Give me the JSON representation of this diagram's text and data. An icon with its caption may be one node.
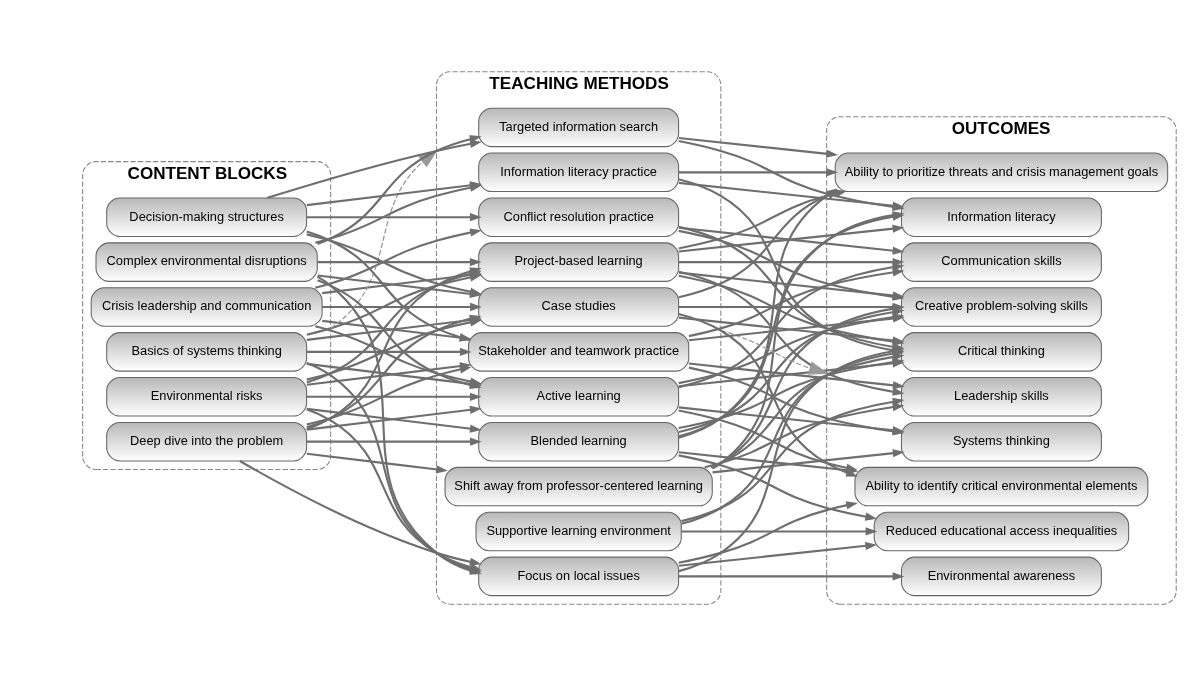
{
  "diagram": {
    "nodes": [
      {
        "text": [
          "CONTENT BLOCKS"
        ]
      },
      {
        "text": [
          "Deep dive into the problem"
        ],
        "in": 0
      },
      {
        "text": [
          "Environmental risks"
        ],
        "in": 0
      },
      {
        "text": [
          "Crisis leadership and communication"
        ],
        "in": 0
      },
      {
        "text": [
          "Basics of systems thinking"
        ],
        "in": 0
      },
      {
        "text": [
          "Complex environmental disruptions"
        ],
        "in": 0
      },
      {
        "text": [
          "Decision-making structures"
        ],
        "in": 0
      },
      {
        "text": [
          "TEACHING METHODS"
        ]
      },
      {
        "text": [
          "Blended learning"
        ],
        "in": 7
      },
      {
        "text": [
          "Supportive learning environment"
        ],
        "in": 7
      },
      {
        "text": [
          "Shift away from professor-centered learning"
        ],
        "in": 7
      },
      {
        "text": [
          "Active learning"
        ],
        "in": 7
      },
      {
        "text": [
          "Project-based learning"
        ],
        "in": 7
      },
      {
        "text": [
          "Case studies"
        ],
        "in": 7
      },
      {
        "text": [
          "Focus on local issues"
        ],
        "in": 7
      },
      {
        "text": [
          "Targeted information search"
        ],
        "in": 7
      },
      {
        "text": [
          "Information literacy practice"
        ],
        "in": 7
      },
      {
        "text": [
          "Stakeholder and teamwork practice"
        ],
        "in": 7
      },
      {
        "text": [
          "Conflict resolution practice"
        ],
        "in": 7
      },
      {
        "text": [
          "OUTCOMES"
        ]
      },
      {
        "text": [
          "Reduced educational access inequalities"
        ],
        "in": 19
      },
      {
        "text": [
          "Systems thinking"
        ],
        "in": 19
      },
      {
        "text": [
          "Information literacy"
        ],
        "in": 19
      },
      {
        "text": [
          "Critical thinking"
        ],
        "in": 19
      },
      {
        "text": [
          "Communication skills"
        ],
        "in": 19
      },
      {
        "text": [
          "Leadership skills"
        ],
        "in": 19
      },
      {
        "text": [
          "Environmental awareness"
        ],
        "in": 19
      },
      {
        "text": [
          "Ability to prioritize threats and crisis management goals"
        ],
        "in": 19
      },
      {
        "text": [
          "Ability to identify critical environmental elements"
        ],
        "in": 19
      },
      {
        "text": [
          "Creative problem-solving skills"
        ],
        "in": 19
      }
    ],
    "edges": [
      {
        "from": 0,
        "to": 7,
        "arrow": "to",
        "style": "dashed"
      },
      {
        "from": 7,
        "to": 19,
        "arrow": "to",
        "style": "dashed"
      },
      {
        "from": 1,
        "to": 8,
        "arrow": "to"
      },
      {
        "from": 1,
        "to": 10,
        "arrow": "to"
      },
      {
        "from": 1,
        "to": 11,
        "arrow": "to"
      },
      {
        "from": 1,
        "to": 12,
        "arrow": "to"
      },
      {
        "from": 1,
        "to": 13,
        "arrow": "to"
      },
      {
        "from": 1,
        "to": 14,
        "arrow": "to"
      },
      {
        "from": 1,
        "to": 17,
        "arrow": "to"
      },
      {
        "from": 2,
        "to": 8,
        "arrow": "to"
      },
      {
        "from": 2,
        "to": 11,
        "arrow": "to"
      },
      {
        "from": 2,
        "to": 12,
        "arrow": "to"
      },
      {
        "from": 2,
        "to": 13,
        "arrow": "to"
      },
      {
        "from": 2,
        "to": 14,
        "arrow": "to"
      },
      {
        "from": 2,
        "to": 17,
        "arrow": "to"
      },
      {
        "from": 3,
        "to": 11,
        "arrow": "to"
      },
      {
        "from": 3,
        "to": 12,
        "arrow": "to"
      },
      {
        "from": 3,
        "to": 13,
        "arrow": "to"
      },
      {
        "from": 3,
        "to": 17,
        "arrow": "to"
      },
      {
        "from": 3,
        "to": 18,
        "arrow": "to"
      },
      {
        "from": 4,
        "to": 11,
        "arrow": "to"
      },
      {
        "from": 4,
        "to": 12,
        "arrow": "to"
      },
      {
        "from": 4,
        "to": 13,
        "arrow": "to"
      },
      {
        "from": 4,
        "to": 14,
        "arrow": "to"
      },
      {
        "from": 4,
        "to": 17,
        "arrow": "to"
      },
      {
        "from": 5,
        "to": 11,
        "arrow": "to"
      },
      {
        "from": 5,
        "to": 12,
        "arrow": "to"
      },
      {
        "from": 5,
        "to": 13,
        "arrow": "to"
      },
      {
        "from": 5,
        "to": 14,
        "arrow": "to"
      },
      {
        "from": 5,
        "to": 15,
        "arrow": "to"
      },
      {
        "from": 5,
        "to": 16,
        "arrow": "to"
      },
      {
        "from": 6,
        "to": 13,
        "arrow": "to"
      },
      {
        "from": 6,
        "to": 15,
        "arrow": "to"
      },
      {
        "from": 6,
        "to": 16,
        "arrow": "to"
      },
      {
        "from": 6,
        "to": 17,
        "arrow": "to"
      },
      {
        "from": 6,
        "to": 18,
        "arrow": "to"
      },
      {
        "from": 8,
        "to": 20,
        "arrow": "to"
      },
      {
        "from": 8,
        "to": 22,
        "arrow": "to"
      },
      {
        "from": 8,
        "to": 23,
        "arrow": "to"
      },
      {
        "from": 8,
        "to": 27,
        "arrow": "to"
      },
      {
        "from": 8,
        "to": 28,
        "arrow": "to"
      },
      {
        "from": 8,
        "to": 29,
        "arrow": "to"
      },
      {
        "from": 9,
        "to": 20,
        "arrow": "to"
      },
      {
        "from": 9,
        "to": 23,
        "arrow": "to"
      },
      {
        "from": 9,
        "to": 25,
        "arrow": "to"
      },
      {
        "from": 10,
        "to": 21,
        "arrow": "to"
      },
      {
        "from": 10,
        "to": 22,
        "arrow": "to"
      },
      {
        "from": 10,
        "to": 23,
        "arrow": "to"
      },
      {
        "from": 10,
        "to": 25,
        "arrow": "to"
      },
      {
        "from": 10,
        "to": 29,
        "arrow": "to"
      },
      {
        "from": 11,
        "to": 21,
        "arrow": "to"
      },
      {
        "from": 11,
        "to": 23,
        "arrow": "to"
      },
      {
        "from": 11,
        "to": 24,
        "arrow": "to"
      },
      {
        "from": 11,
        "to": 28,
        "arrow": "to"
      },
      {
        "from": 11,
        "to": 29,
        "arrow": "to"
      },
      {
        "from": 12,
        "to": 22,
        "arrow": "to"
      },
      {
        "from": 12,
        "to": 23,
        "arrow": "to"
      },
      {
        "from": 12,
        "to": 24,
        "arrow": "to"
      },
      {
        "from": 12,
        "to": 25,
        "arrow": "to"
      },
      {
        "from": 12,
        "to": 27,
        "arrow": "to"
      },
      {
        "from": 12,
        "to": 29,
        "arrow": "to"
      },
      {
        "from": 13,
        "to": 23,
        "arrow": "to"
      },
      {
        "from": 13,
        "to": 27,
        "arrow": "to"
      },
      {
        "from": 13,
        "to": 28,
        "arrow": "to"
      },
      {
        "from": 13,
        "to": 29,
        "arrow": "to"
      },
      {
        "from": 14,
        "to": 20,
        "arrow": "to"
      },
      {
        "from": 14,
        "to": 23,
        "arrow": "to"
      },
      {
        "from": 14,
        "to": 26,
        "arrow": "to"
      },
      {
        "from": 14,
        "to": 28,
        "arrow": "to"
      },
      {
        "from": 15,
        "to": 22,
        "arrow": "to"
      },
      {
        "from": 15,
        "to": 27,
        "arrow": "to"
      },
      {
        "from": 16,
        "to": 22,
        "arrow": "to"
      },
      {
        "from": 16,
        "to": 23,
        "arrow": "to"
      },
      {
        "from": 16,
        "to": 27,
        "arrow": "to"
      },
      {
        "from": 17,
        "to": 21,
        "arrow": "to"
      },
      {
        "from": 17,
        "to": 24,
        "arrow": "to"
      },
      {
        "from": 17,
        "to": 25,
        "arrow": "to"
      },
      {
        "from": 17,
        "to": 29,
        "arrow": "to"
      },
      {
        "from": 18,
        "to": 23,
        "arrow": "to"
      },
      {
        "from": 18,
        "to": 24,
        "arrow": "to"
      },
      {
        "from": 18,
        "to": 29,
        "arrow": "to"
      }
    ]
  }
}
